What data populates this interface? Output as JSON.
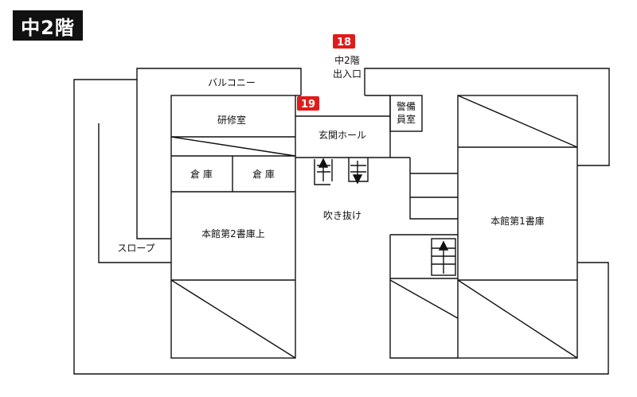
{
  "floor_label": "中2階",
  "markers": [
    {
      "id": "18",
      "color": "#e01b1b"
    },
    {
      "id": "19",
      "color": "#e01b1b"
    }
  ],
  "entrance": {
    "line1": "中2階",
    "line2": "出入口"
  },
  "rooms": {
    "balcony": "バルコニー",
    "study_room": "研修室",
    "entrance_hall": "玄関ホール",
    "guard_line1": "警備",
    "guard_line2": "員室",
    "storage_1": "倉 庫",
    "storage_2": "倉 庫",
    "atrium": "吹き抜け",
    "stack2_upper": "本館第2書庫上",
    "stack1": "本館第1書庫",
    "slope": "スロープ"
  }
}
